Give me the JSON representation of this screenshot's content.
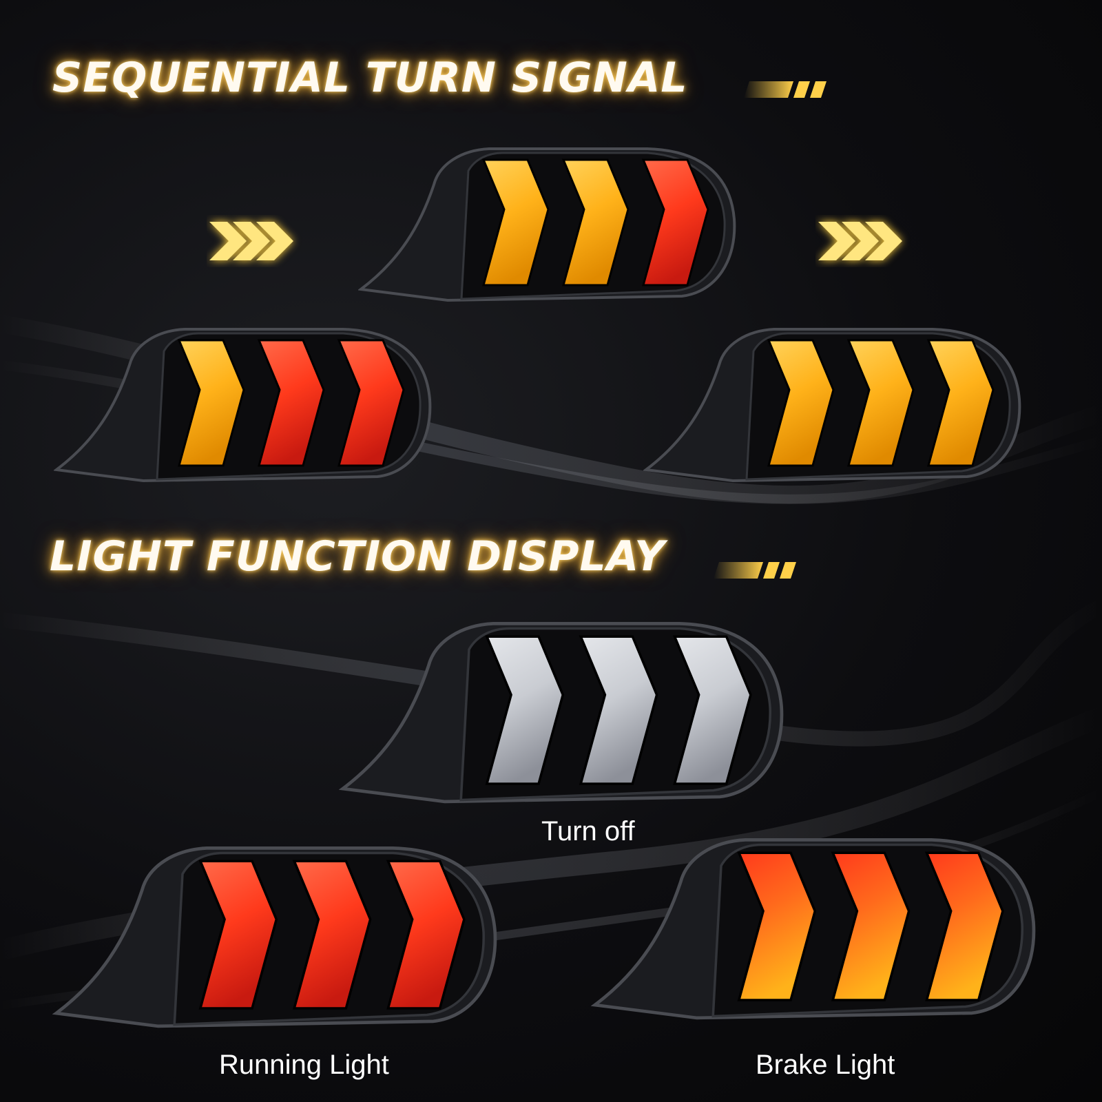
{
  "headings": {
    "sequential": "SEQUENTIAL TURN SIGNAL",
    "function": "LIGHT FUNCTION DISPLAY"
  },
  "captions": {
    "turn_off": "Turn off",
    "running": "Running Light",
    "brake": "Brake Light"
  },
  "colors": {
    "amber": "#ffb21a",
    "red": "#ff3a1c",
    "off": "#c9ccd2",
    "glow": "#ffd46a",
    "housing": "#1b1c20"
  },
  "lamps": [
    {
      "id": "seq-top",
      "segments": [
        "amber",
        "amber",
        "red"
      ]
    },
    {
      "id": "seq-left",
      "segments": [
        "amber",
        "red",
        "red"
      ]
    },
    {
      "id": "seq-right",
      "segments": [
        "amber",
        "amber",
        "amber"
      ]
    },
    {
      "id": "func-off",
      "segments": [
        "off",
        "off",
        "off"
      ]
    },
    {
      "id": "func-running",
      "segments": [
        "red",
        "red",
        "red"
      ]
    },
    {
      "id": "func-brake",
      "segments": [
        "red-amber",
        "red-amber",
        "red-amber"
      ]
    }
  ],
  "icons": {
    "direction_arrows": "triple-chevron-right-icon",
    "heading_deco": "speed-dashes-icon"
  }
}
